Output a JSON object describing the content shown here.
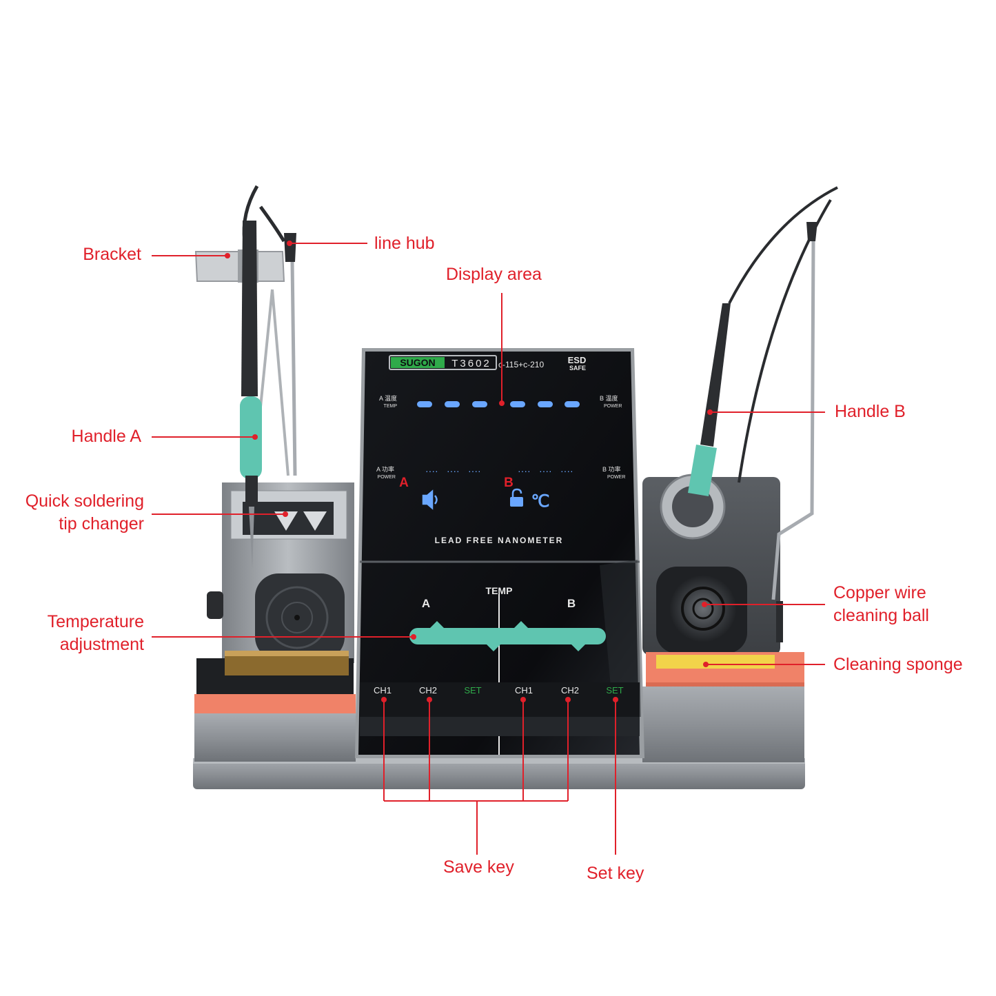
{
  "colors": {
    "callout": "#e0202a",
    "body_metal": "#8a8e93",
    "dark_metal": "#3b3e42",
    "panel_black": "#0c0d10",
    "accent_teal": "#5fc5b0",
    "accent_orange": "#f08268",
    "sponge_yellow": "#f2d34a",
    "digit_blue": "#6aa7ff",
    "set_green": "#2faa4a"
  },
  "callouts": {
    "bracket": "Bracket",
    "line_hub": "line hub",
    "display_area": "Display area",
    "handle_a": "Handle A",
    "handle_b": "Handle B",
    "tip_changer_line1": "Quick soldering",
    "tip_changer_line2": "tip changer",
    "temp_adjust_line1": "Temperature",
    "temp_adjust_line2": "adjustment",
    "copper_ball_line1": "Copper wire",
    "copper_ball_line2": "cleaning ball",
    "cleaning_sponge": "Cleaning sponge",
    "save_key": "Save key",
    "set_key": "Set key"
  },
  "device": {
    "brand": "SUGON",
    "model": "T3602",
    "tips": "c-115+c-210",
    "esd_line1": "ESD",
    "esd_line2": "SAFE",
    "a_temp_cn": "A 温度",
    "a_temp_en": "TEMP",
    "b_temp_cn": "B 温度",
    "b_temp_en": "POWER",
    "a_power_cn": "A 功率",
    "a_power_en": "POWER",
    "b_power_cn": "B 功率",
    "b_power_en": "POWER",
    "channel_a": "A",
    "channel_b": "B",
    "celsius": "℃",
    "tagline": "LEAD FREE NANOMETER",
    "slider_title": "TEMP",
    "slider_a": "A",
    "slider_b": "B",
    "keys_left": [
      "CH1",
      "CH2",
      "SET"
    ],
    "keys_right": [
      "CH1",
      "CH2",
      "SET"
    ],
    "power_dots": "····"
  }
}
